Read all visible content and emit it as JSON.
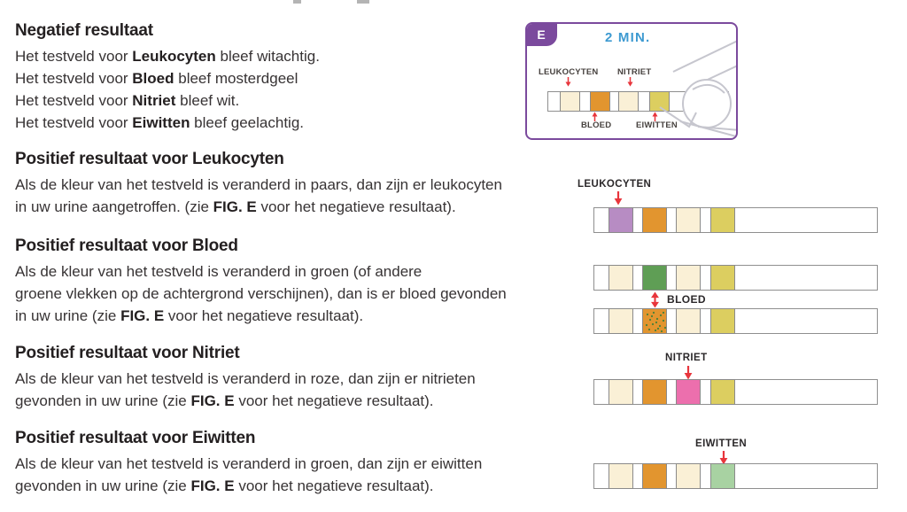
{
  "sections": [
    {
      "heading": "Negatief resultaat",
      "lines": [
        [
          [
            "Het testveld voor ",
            0
          ],
          [
            "Leukocyten",
            1
          ],
          [
            " bleef witachtig.",
            0
          ]
        ],
        [
          [
            "Het testveld voor ",
            0
          ],
          [
            "Bloed",
            1
          ],
          [
            " bleef mosterdgeel",
            0
          ]
        ],
        [
          [
            "Het testveld voor ",
            0
          ],
          [
            "Nitriet",
            1
          ],
          [
            " bleef wit.",
            0
          ]
        ],
        [
          [
            "Het testveld voor ",
            0
          ],
          [
            "Eiwitten",
            1
          ],
          [
            " bleef geelachtig.",
            0
          ]
        ]
      ]
    },
    {
      "heading": "Positief resultaat voor Leukocyten",
      "lines": [
        [
          [
            "Als de kleur van het testveld is veranderd in paars, dan zijn er leukocyten",
            0
          ]
        ],
        [
          [
            "in uw urine aangetroffen. (zie ",
            0
          ],
          [
            "FIG. E",
            1
          ],
          [
            " voor het negatieve resultaat).",
            0
          ]
        ]
      ]
    },
    {
      "heading": "Positief resultaat voor Bloed",
      "lines": [
        [
          [
            "Als de kleur van het testveld is veranderd in groen (of andere",
            0
          ]
        ],
        [
          [
            "groene vlekken op de achtergrond verschijnen), dan is er bloed gevonden",
            0
          ]
        ],
        [
          [
            "in uw urine (zie ",
            0
          ],
          [
            "FIG. E",
            1
          ],
          [
            " voor het negatieve resultaat).",
            0
          ]
        ]
      ]
    },
    {
      "heading": "Positief resultaat voor Nitriet",
      "lines": [
        [
          [
            "Als de kleur van het testveld is veranderd in roze, dan zijn er nitrieten",
            0
          ]
        ],
        [
          [
            "gevonden in uw urine (zie ",
            0
          ],
          [
            "FIG. E",
            1
          ],
          [
            " voor het negatieve resultaat).",
            0
          ]
        ]
      ]
    },
    {
      "heading": "Positief resultaat voor Eiwitten",
      "lines": [
        [
          [
            "Als de kleur van het testveld is veranderd in groen, dan zijn er eiwitten",
            0
          ]
        ],
        [
          [
            "gevonden in uw urine (zie ",
            0
          ],
          [
            "FIG. E",
            1
          ],
          [
            " voor het negatieve resultaat).",
            0
          ]
        ]
      ]
    }
  ],
  "fig_e": {
    "tab": "E",
    "timer": "2 MIN.",
    "label_leukocyten": "LEUKOCYTEN",
    "label_nitriet": "NITRIET",
    "label_bloed": "BLOED",
    "label_eiwitten": "EIWITTEN",
    "strip": {
      "pads": [
        "cream",
        "orange",
        "cream",
        "olive"
      ]
    }
  },
  "test_strips": {
    "leukocyten": {
      "label": "LEUKOCYTEN",
      "pads": [
        "purple",
        "orange",
        "cream",
        "olive"
      ]
    },
    "bloed_solid": {
      "pads": [
        "cream",
        "green",
        "cream",
        "olive"
      ]
    },
    "bloed_speckled": {
      "label": "BLOED",
      "pads": [
        "cream",
        "speckled",
        "cream",
        "olive"
      ]
    },
    "nitriet": {
      "label": "NITRIET",
      "pads": [
        "cream",
        "orange",
        "pink",
        "olive"
      ]
    },
    "eiwitten": {
      "label": "EIWITTEN",
      "pads": [
        "cream",
        "orange",
        "cream",
        "lightgreen"
      ]
    }
  },
  "colors": {
    "cream": "#faf0d6",
    "orange": "#e2952f",
    "olive": "#dcce60",
    "purple": "#b78cc3",
    "green": "#5f9e55",
    "pink": "#ec6fad",
    "lightgreen": "#a8d2a2",
    "speckle": "#47803a",
    "fig_purple": "#7b4a9d",
    "timer_blue": "#3d9ad1",
    "arrow_red": "#e8353c",
    "text_dark": "#242021",
    "pad_border": "#8a8a8a"
  }
}
